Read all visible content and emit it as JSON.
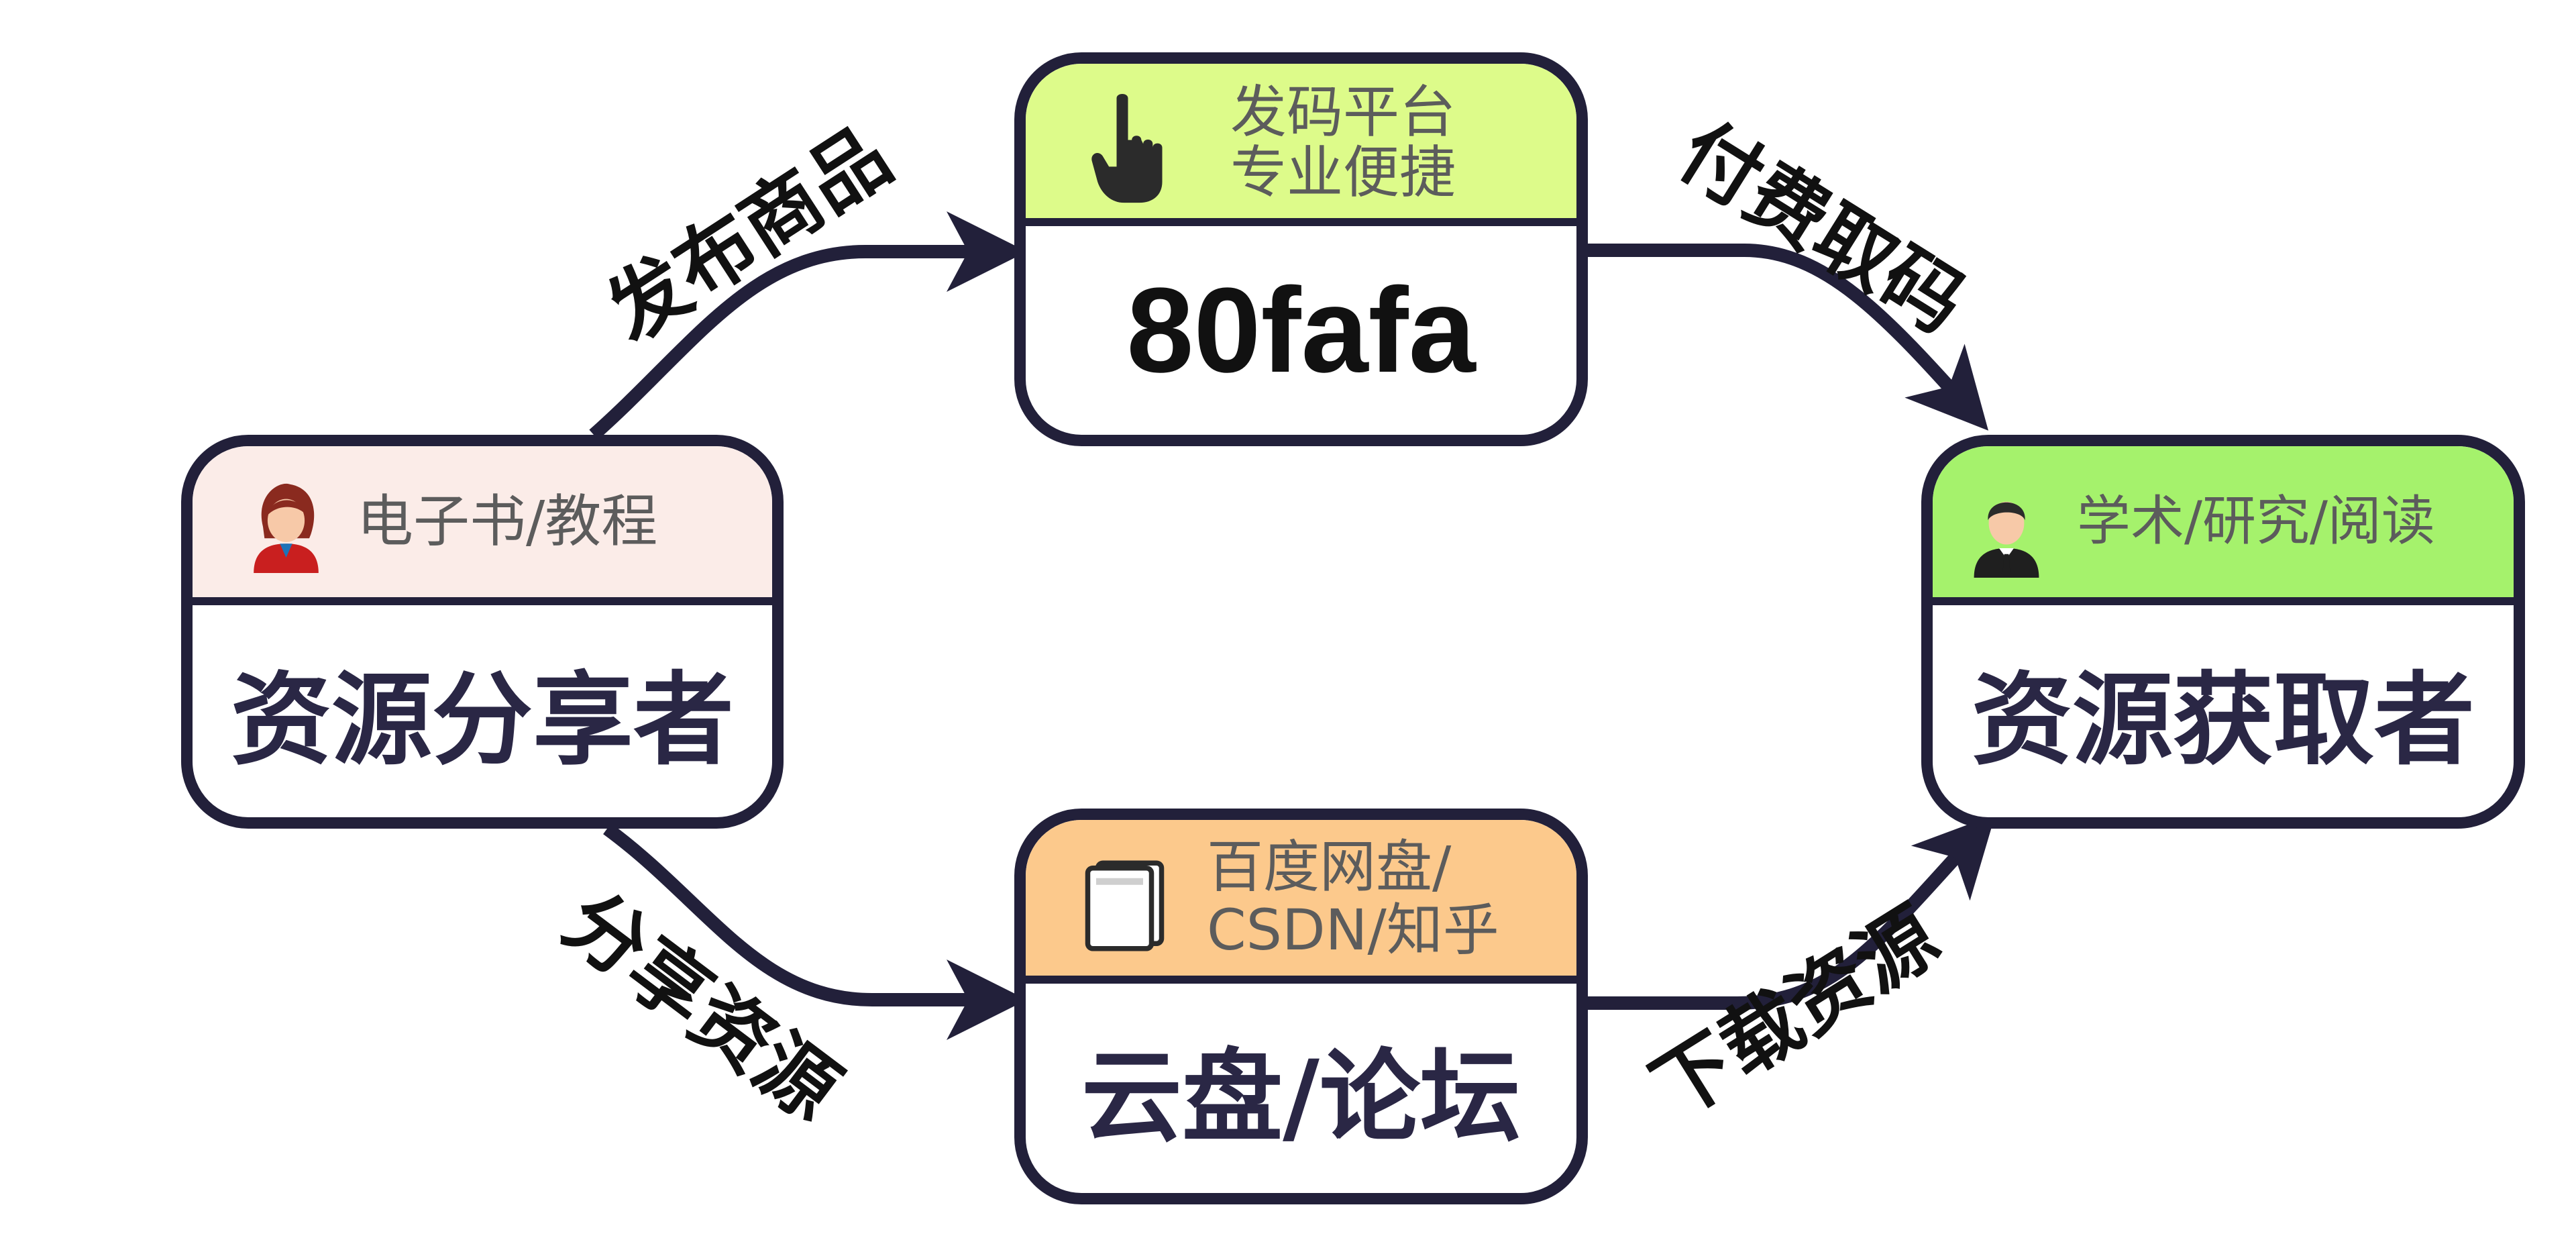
{
  "colors": {
    "stroke": "#22203a",
    "sharer_header": "#fbece8",
    "platform_header": "#ddfb8a",
    "getter_header": "#a5f26c",
    "cloud_header": "#fcc98c"
  },
  "nodes": {
    "sharer": {
      "icon": "woman-avatar-icon",
      "header": "电子书/教程",
      "title": "资源分享者"
    },
    "platform": {
      "icon": "pointing-hand-icon",
      "header_line1": "发码平台",
      "header_line2": "专业便捷",
      "title": "80fafa"
    },
    "getter": {
      "icon": "man-avatar-icon",
      "header": "学术/研究/阅读",
      "title": "资源获取者"
    },
    "cloud": {
      "icon": "book-icon",
      "header_line1": "百度网盘/",
      "header_line2": "CSDN/知乎",
      "title": "云盘/论坛"
    }
  },
  "edges": {
    "publish": "发布商品",
    "pay": "付费取码",
    "share": "分享资源",
    "download": "下载资源"
  }
}
